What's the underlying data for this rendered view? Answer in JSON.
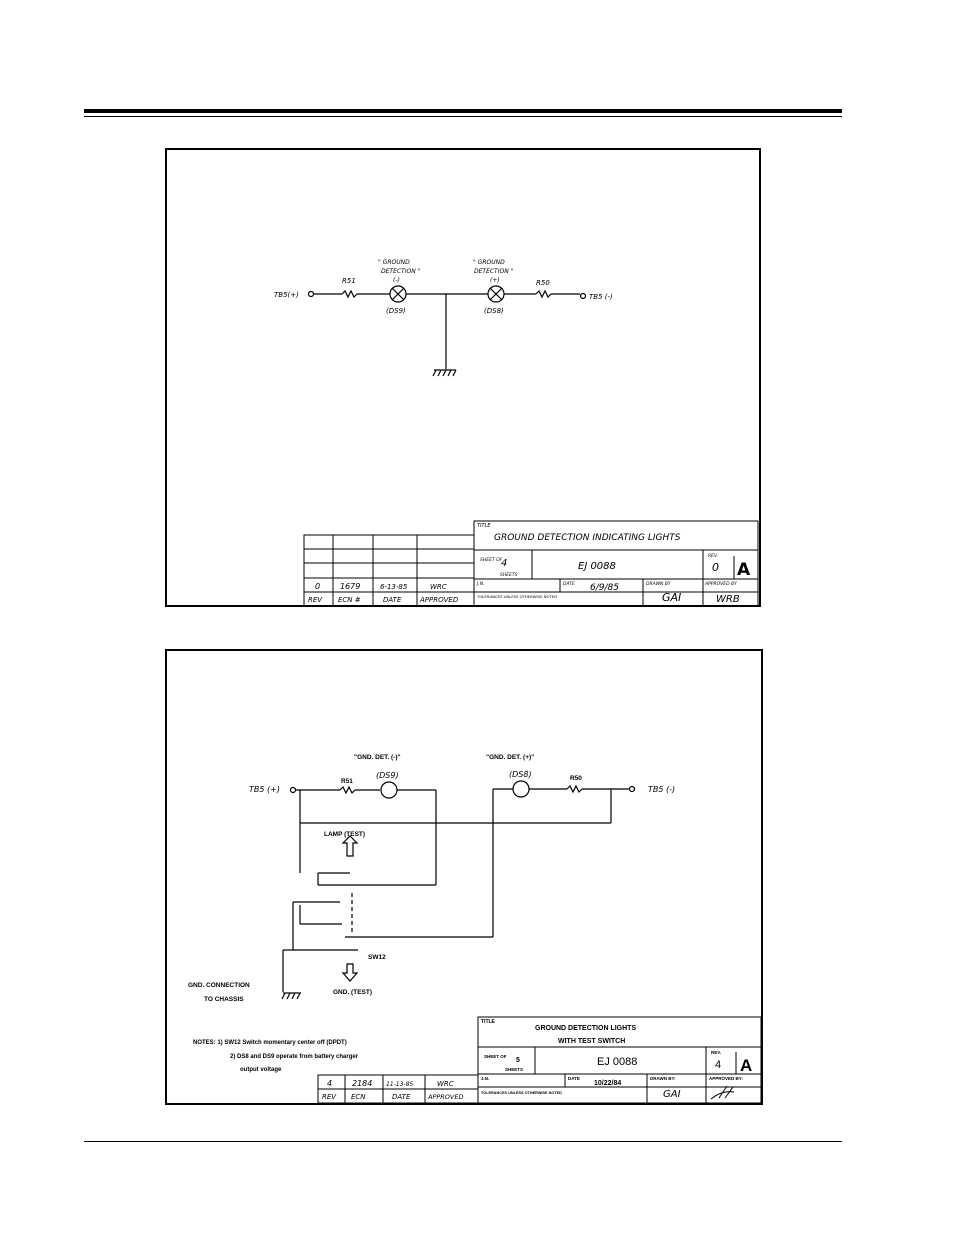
{
  "diagram1": {
    "label_tb5_pos": "TB5(+)",
    "label_tb5_neg": "TB5 (-)",
    "label_r51": "R51",
    "label_r50": "R50",
    "label_ds9": "(DS9)",
    "label_ds8": "(DS8)",
    "lamp1_caption": [
      "\" GROUND",
      "DETECTION \"",
      "(-)"
    ],
    "lamp2_caption": [
      "\" GROUND",
      "DETECTION \"",
      "(+)"
    ],
    "title_label": "TITLE",
    "title": "GROUND DETECTION INDICATING LIGHTS",
    "sheet_label": "SHEET OF",
    "sheet_num": "4",
    "sheets_label": "SHEETS",
    "doc_number": "EJ 0088",
    "rev_label": "REV.",
    "rev_value": "0",
    "size": "A",
    "jn_label": "J.N.",
    "date_label": "DATE",
    "date_value": "6/9/85",
    "drawn_by_label": "DRAWN BY",
    "drawn_by": "GAI",
    "approved_by_label": "APPROVED BY",
    "approved_by": "WRB",
    "tolerance_text": "TOLERANCES UNLESS OTHERWISE NOTED",
    "rev_rows": [
      [
        "",
        "",
        "",
        ""
      ],
      [
        "",
        "",
        "",
        ""
      ],
      [
        "",
        "",
        "",
        ""
      ],
      [
        "0",
        "1679",
        "6-13-85",
        "WRC"
      ]
    ],
    "rev_headers": [
      "REV",
      "ECN #",
      "DATE",
      "APPROVED"
    ]
  },
  "diagram2": {
    "label_tb5_pos": "TB5 (+)",
    "label_tb5_neg": "TB5 (-)",
    "label_r51": "R51",
    "label_r50": "R50",
    "label_ds9": "(DS9)",
    "label_ds8": "(DS8)",
    "lamp1_caption": "\"GND. DET. (-)\"",
    "lamp2_caption": "\"GND. DET. (+)\"",
    "lamp_test": "LAMP (TEST)",
    "sw12": "SW12",
    "gnd_test": "GND. (TEST)",
    "gnd_connection": [
      "GND. CONNECTION",
      "TO CHASSIS"
    ],
    "notes": [
      "NOTES: 1) SW12 Switch momentary center off (DPDT)",
      "2) DS8 and DS9 operate from battery charger",
      "output voltage"
    ],
    "title_label": "TITLE",
    "title": [
      "GROUND DETECTION LIGHTS",
      "WITH TEST SWITCH"
    ],
    "sheet_label": "SHEET OF",
    "sheet_num": "5",
    "sheets_label": "SHEETS",
    "doc_number": "EJ 0088",
    "rev_label": "REV.",
    "rev_value": "4",
    "size": "A",
    "jn_label": "J.N.",
    "date_label": "DATE",
    "date_value": "10/22/84",
    "drawn_by_label": "DRAWN BY:",
    "drawn_by": "GAI",
    "approved_by_label": "APPROVED BY:",
    "tolerance_text": "TOLERANCES UNLESS OTHERWISE NOTED",
    "rev_row": [
      "4",
      "2184",
      "11-13-85",
      "WRC"
    ],
    "rev_headers": [
      "REV",
      "ECN",
      "DATE",
      "APPROVED"
    ]
  }
}
